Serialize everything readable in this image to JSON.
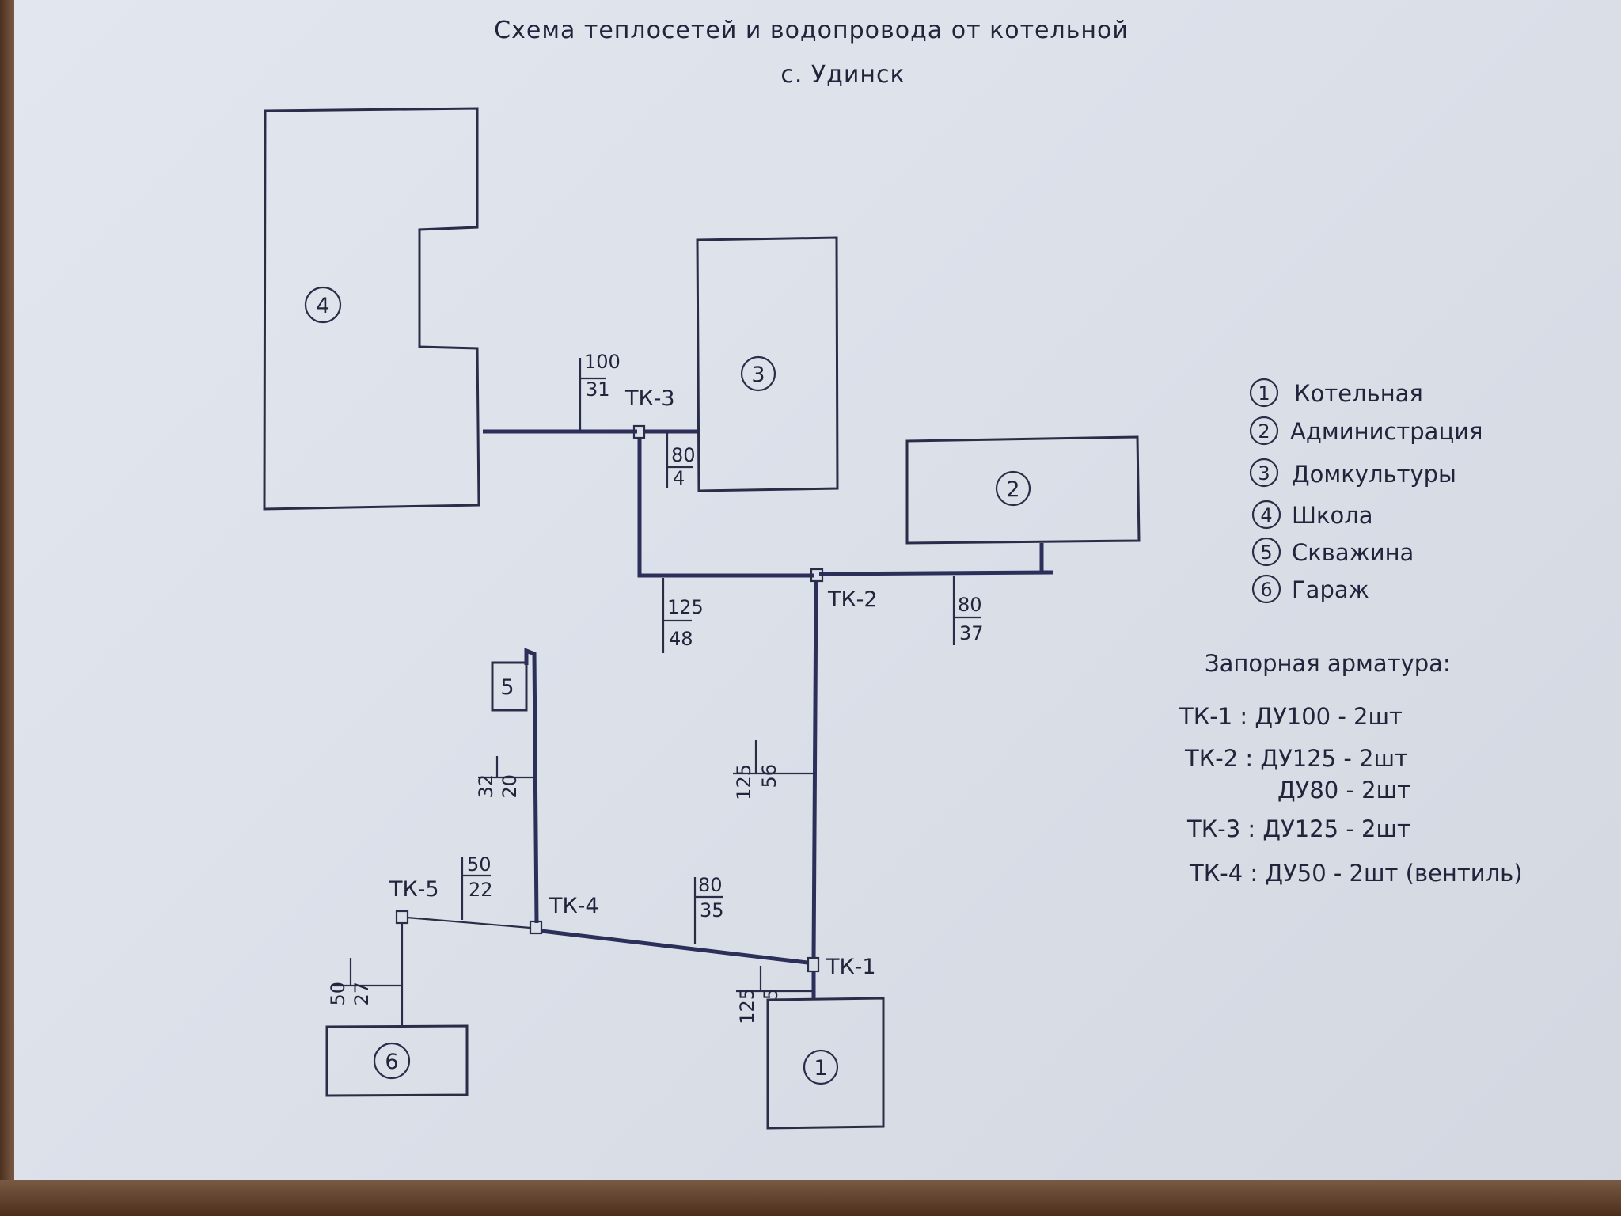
{
  "title": {
    "line1": "Схема теплосетей и водопровода от котельной",
    "line2": "с. Удинск"
  },
  "buildings": [
    {
      "id": "1",
      "label": "1"
    },
    {
      "id": "2",
      "label": "2"
    },
    {
      "id": "3",
      "label": "3"
    },
    {
      "id": "4",
      "label": "4"
    },
    {
      "id": "5",
      "label": "5"
    },
    {
      "id": "6",
      "label": "6"
    }
  ],
  "chambers": {
    "tk1": "ТК-1",
    "tk2": "ТК-2",
    "tk3": "ТК-3",
    "tk4": "ТК-4",
    "tk5": "ТК-5"
  },
  "pipe_labels": {
    "a_top": "100",
    "a_bot": "31",
    "b_top": "80",
    "b_bot": "4",
    "c_top": "125",
    "c_bot": "48",
    "d_top": "80",
    "d_bot": "37",
    "e_top": "125",
    "e_bot": "56",
    "f_top": "32",
    "f_bot": "20",
    "g_top": "50",
    "g_bot": "22",
    "h_top": "80",
    "h_bot": "35",
    "i_top": "125",
    "i_bot": "5",
    "j_top": "50",
    "j_bot": "27"
  },
  "legend": {
    "items": [
      {
        "num": "1",
        "text": "Котельная"
      },
      {
        "num": "2",
        "text": "Администрация"
      },
      {
        "num": "3",
        "text": "Домкультуры"
      },
      {
        "num": "4",
        "text": "Школа"
      },
      {
        "num": "5",
        "text": "Скважина"
      },
      {
        "num": "6",
        "text": "Гараж"
      }
    ]
  },
  "valves": {
    "heading": "Запорная арматура:",
    "lines": [
      "ТК-1 : ДУ100 - 2шт",
      "ТК-2 : ДУ125 - 2шт",
      "ДУ80 - 2шт",
      "ТК-3 : ДУ125 - 2шт",
      "ТК-4 : ДУ50 - 2шт (вентиль)"
    ]
  }
}
